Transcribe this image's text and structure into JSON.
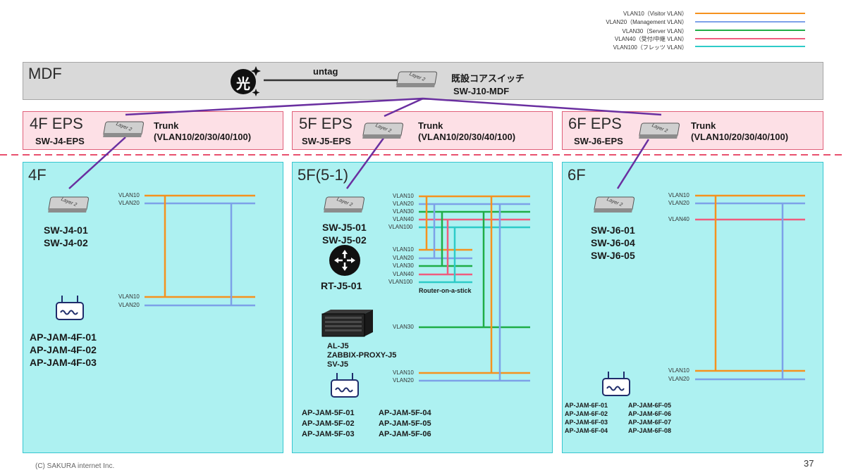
{
  "legend": [
    {
      "label": "VLAN10（Visitor VLAN）",
      "color": "#f5921e"
    },
    {
      "label": "VLAN20（Management VLAN）",
      "color": "#7da1e8"
    },
    {
      "label": "VLAN30（Server VLAN）",
      "color": "#1fad47"
    },
    {
      "label": "VLAN40（受付/中継 VLAN）",
      "color": "#ef5c7e"
    },
    {
      "label": "VLAN100（フレッツ VLAN）",
      "color": "#2ecbc8"
    }
  ],
  "mdf": {
    "title": "MDF",
    "link_label": "untag",
    "fiber_icon_glyph": "光",
    "switch_name": "既設コアスイッチ",
    "switch_id": "SW-J10-MDF"
  },
  "eps": [
    {
      "title": "4F EPS",
      "switch": "SW-J4-EPS",
      "trunk": "Trunk",
      "trunk_vlans": "(VLAN10/20/30/40/100)"
    },
    {
      "title": "5F EPS",
      "switch": "SW-J5-EPS",
      "trunk": "Trunk",
      "trunk_vlans": "(VLAN10/20/30/40/100)"
    },
    {
      "title": "6F EPS",
      "switch": "SW-J6-EPS",
      "trunk": "Trunk",
      "trunk_vlans": "(VLAN10/20/30/40/100)"
    }
  ],
  "floor4": {
    "title": "4F",
    "switches": "SW-J4-01\nSW-J4-02",
    "aps": "AP-JAM-4F-01\nAP-JAM-4F-02\nAP-JAM-4F-03",
    "vlan_top": [
      "VLAN10",
      "VLAN20"
    ],
    "vlan_bottom": [
      "VLAN10",
      "VLAN20"
    ]
  },
  "floor5": {
    "title": "5F(5-1)",
    "switches": "SW-J5-01\nSW-J5-02",
    "router": "RT-J5-01",
    "router_mode": "Router-on-a-stick",
    "servers": "AL-J5\nZABBIX-PROXY-J5\nSV-J5",
    "aps_col1": "AP-JAM-5F-01\nAP-JAM-5F-02\nAP-JAM-5F-03",
    "aps_col2": "AP-JAM-5F-04\nAP-JAM-5F-05\nAP-JAM-5F-06",
    "vlan_sw": [
      "VLAN10",
      "VLAN20",
      "VLAN30",
      "VLAN40",
      "VLAN100"
    ],
    "vlan_rt": [
      "VLAN10",
      "VLAN20",
      "VLAN30",
      "VLAN40",
      "VLAN100"
    ],
    "vlan_srv": [
      "VLAN30"
    ],
    "vlan_ap": [
      "VLAN10",
      "VLAN20"
    ]
  },
  "floor6": {
    "title": "6F",
    "switches": "SW-J6-01\nSW-J6-04\nSW-J6-05",
    "aps_col1": "AP-JAM-6F-01\nAP-JAM-6F-02\nAP-JAM-6F-03\nAP-JAM-6F-04",
    "aps_col2": "AP-JAM-6F-05\nAP-JAM-6F-06\nAP-JAM-6F-07\nAP-JAM-6F-08",
    "vlan_top": [
      "VLAN10",
      "VLAN20",
      "VLAN40"
    ],
    "vlan_bottom": [
      "VLAN10",
      "VLAN20"
    ]
  },
  "switch_icon_text": "Layer 2",
  "footer": {
    "copyright": "(C) SAKURA internet Inc.",
    "page": "37"
  }
}
